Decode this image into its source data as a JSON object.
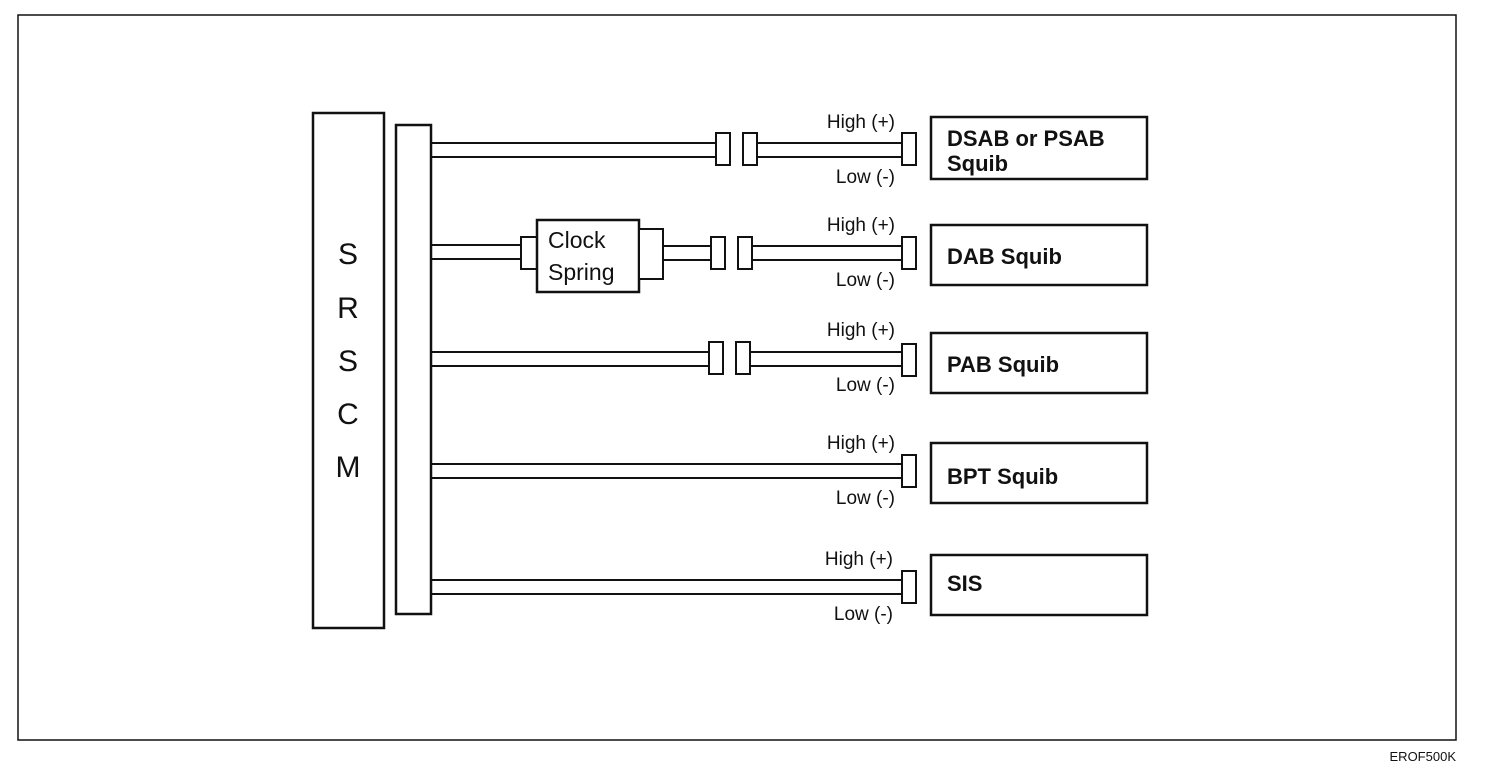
{
  "module": {
    "letters": [
      "S",
      "R",
      "S",
      "C",
      "M"
    ]
  },
  "clock_spring": {
    "line1": "Clock",
    "line2": "Spring"
  },
  "circuits": [
    {
      "high": "High (+)",
      "low": "Low (-)",
      "device_line1": "DSAB or PSAB",
      "device_line2": "Squib"
    },
    {
      "high": "High (+)",
      "low": "Low (-)",
      "device_line1": "DAB Squib"
    },
    {
      "high": "High (+)",
      "low": "Low (-)",
      "device_line1": "PAB Squib"
    },
    {
      "high": "High (+)",
      "low": "Low (-)",
      "device_line1": "BPT  Squib"
    },
    {
      "high": "High (+)",
      "low": "Low (-)",
      "device_line1": "SIS"
    }
  ],
  "figure_code": "EROF500K"
}
